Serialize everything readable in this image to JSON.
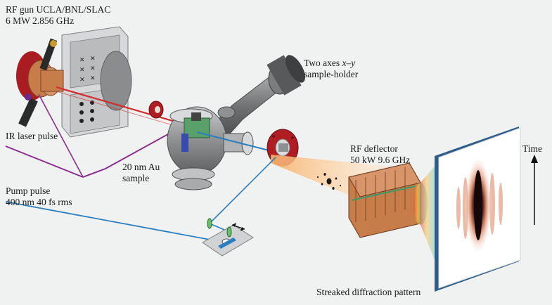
{
  "labels": {
    "rf_gun_line1": "RF gun UCLA/BNL/SLAC",
    "rf_gun_line2": "6 MW 2.856 GHz",
    "sample_holder_line1_prefix": "Two axes ",
    "sample_holder_line1_italic": "x–y",
    "sample_holder_line2": "sample-holder",
    "ir_laser": "IR laser pulse",
    "au_sample_line1": "20 nm Au",
    "au_sample_line2": "sample",
    "pump_line1": "Pump pulse",
    "pump_line2": "400 nm 40 fs rms",
    "rf_deflector_line1": "RF deflector",
    "rf_deflector_line2": "50 kW 9.6 GHz",
    "time_axis": "Time",
    "streaked_pattern": "Streaked diffraction pattern"
  },
  "colors": {
    "ir_laser": "#8b2c8e",
    "pump_pulse": "#2a7fc1",
    "electron_beam": "#d42a2a",
    "flange_red": "#b01e24",
    "copper": "#c77d4a",
    "steel": "#9a9c9e",
    "screen_edge": "#2f5d8a"
  }
}
